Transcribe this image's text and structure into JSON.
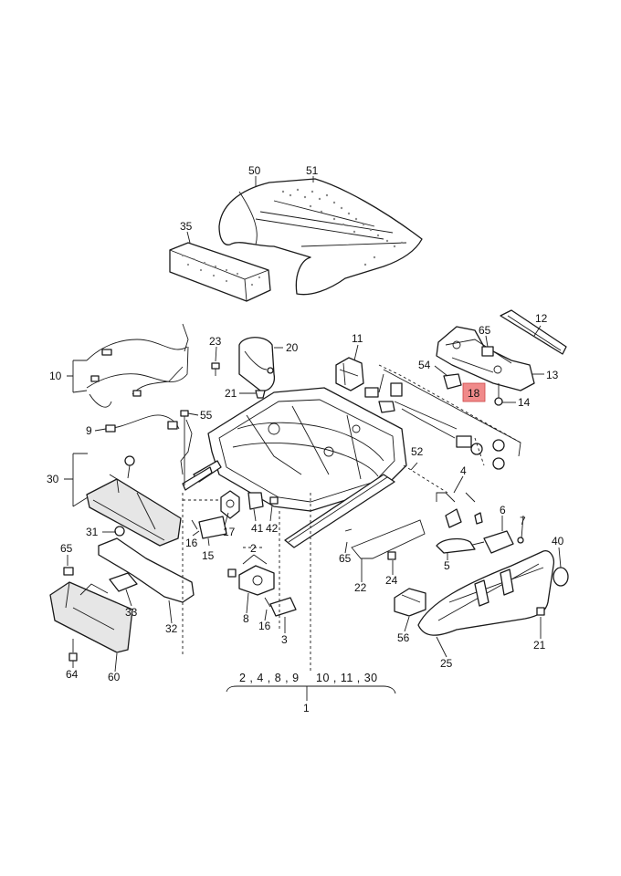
{
  "diagram": {
    "highlight_color": "#f08a8a",
    "callouts": {
      "c50": "50",
      "c51": "51",
      "c35": "35",
      "c12": "12",
      "c65a": "65",
      "c13": "13",
      "c14": "14",
      "c54": "54",
      "c18": "18",
      "c11": "11",
      "c23": "23",
      "c20": "20",
      "c21a": "21",
      "c55": "55",
      "c10": "10",
      "c9": "9",
      "c30": "30",
      "c31": "31",
      "c52": "52",
      "c4": "4",
      "c6": "6",
      "c7": "7",
      "c5": "5",
      "c40": "40",
      "c16a": "16",
      "c17": "17",
      "c41": "41",
      "c42": "42",
      "c15": "15",
      "c2": "2",
      "c65b": "65",
      "c22": "22",
      "c24": "24",
      "c65c": "65",
      "c33": "33",
      "c32": "32",
      "c64": "64",
      "c60": "60",
      "c8": "8",
      "c16b": "16",
      "c3": "3",
      "c56": "56",
      "c25": "25",
      "c21b": "21",
      "c1": "1"
    },
    "group_left": "2 , 4 , 8 , 9",
    "group_right": "10 , 11 , 30"
  }
}
